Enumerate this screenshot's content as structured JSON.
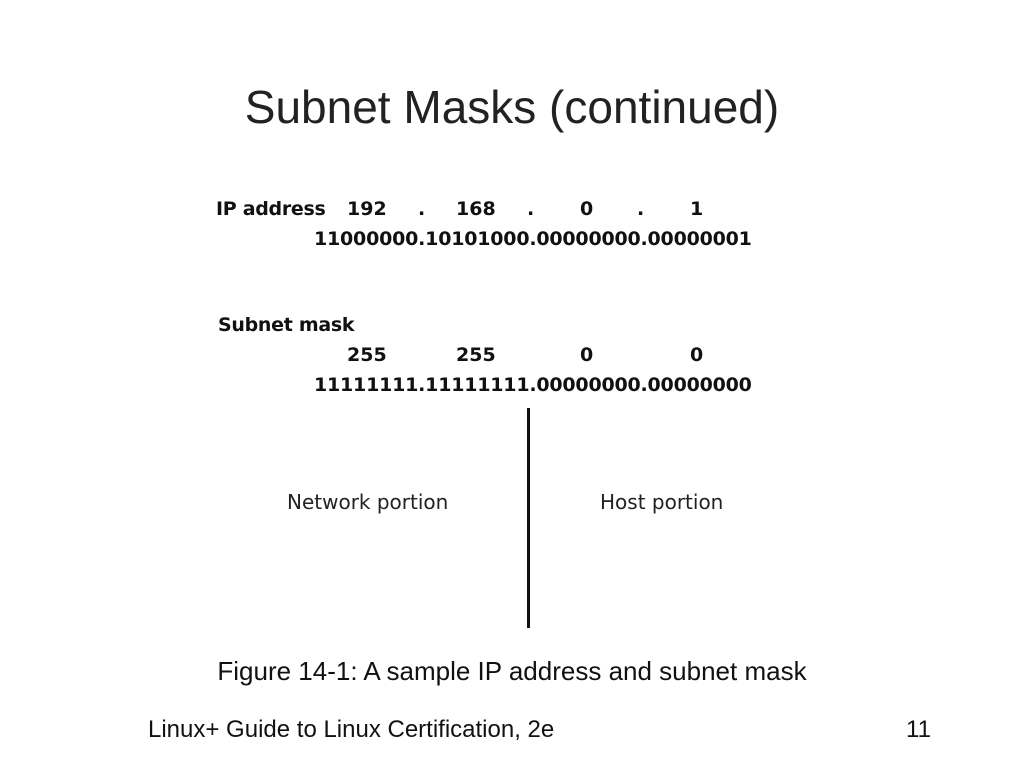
{
  "slide": {
    "title": "Subnet Masks (continued)",
    "caption": "Figure 14-1: A sample IP address and subnet mask",
    "footer": "Linux+ Guide to Linux Certification, 2e",
    "page_number": "11"
  },
  "figure": {
    "ip": {
      "label": "IP address",
      "octets": [
        "192",
        "168",
        "0",
        "1"
      ],
      "dot": ".",
      "binary": "11000000.10101000.00000000.00000001"
    },
    "mask": {
      "label": "Subnet mask",
      "octets": [
        "255",
        "255",
        "0",
        "0"
      ],
      "binary": "11111111.11111111.00000000.00000000"
    },
    "network_label": "Network portion",
    "host_label": "Host portion"
  }
}
